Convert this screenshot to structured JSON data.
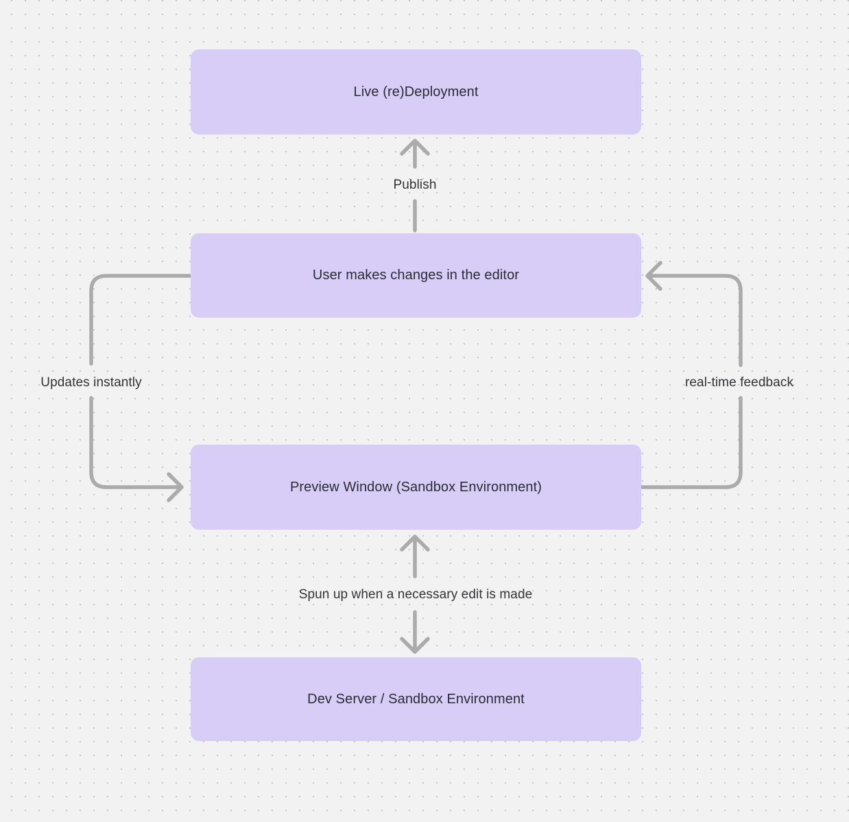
{
  "canvas": {
    "background_color": "#f2f2f2",
    "dot_grid_color": "#c6c6c6",
    "node_fill_color": "#d7cdf7",
    "node_text_color": "#2b2b33",
    "arrow_color": "#ababab"
  },
  "nodes": [
    {
      "id": "live-redeployment",
      "label": "Live (re)Deployment"
    },
    {
      "id": "user-editor",
      "label": "User makes changes in the editor"
    },
    {
      "id": "preview-window",
      "label": "Preview Window (Sandbox Environment)"
    },
    {
      "id": "dev-server",
      "label": "Dev Server / Sandbox Environment"
    }
  ],
  "edges": [
    {
      "id": "publish",
      "label": "Publish",
      "from": "user-editor",
      "to": "live-redeployment",
      "direction": "up"
    },
    {
      "id": "updates-instantly",
      "label": "Updates instantly",
      "from": "user-editor",
      "to": "preview-window",
      "direction": "left-loop"
    },
    {
      "id": "realtime-feedback",
      "label": "real-time feedback",
      "from": "preview-window",
      "to": "user-editor",
      "direction": "right-loop"
    },
    {
      "id": "spun-up",
      "label": "Spun up when a necessary edit is made",
      "from": "preview-window",
      "to": "dev-server",
      "direction": "bidirectional"
    }
  ]
}
